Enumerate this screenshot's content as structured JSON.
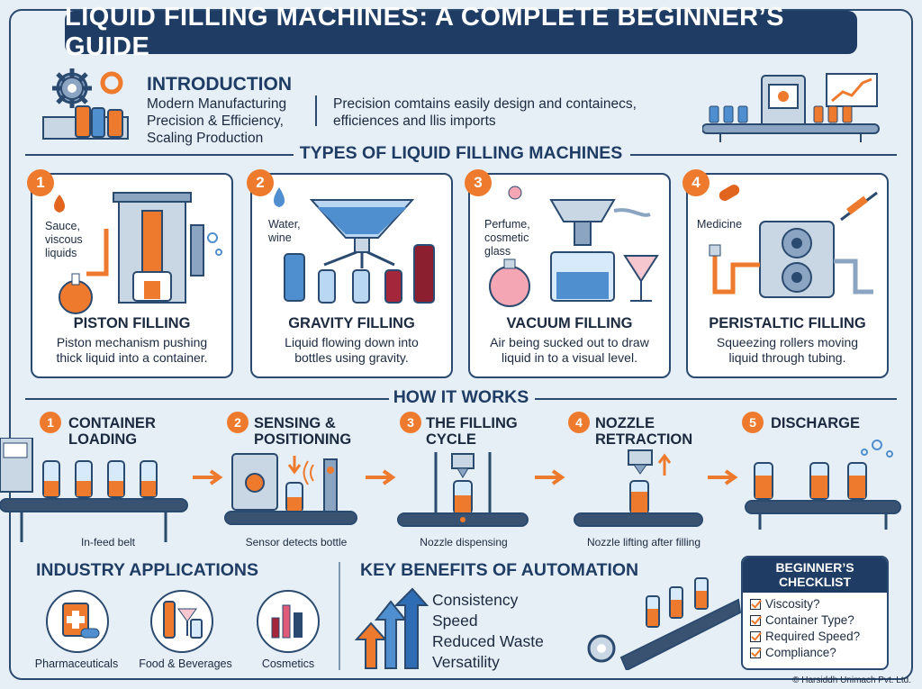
{
  "title": "LIQUID FILLING MACHINES: A COMPLETE BEGINNER’S GUIDE",
  "intro": {
    "heading": "INTRODUCTION",
    "left_lines": [
      "Modern Manufacturing",
      "Precision & Efficiency,",
      "Scaling Production"
    ],
    "right_lines": [
      "Precision comtains easily design and containecs,",
      "efficiences and llis imports"
    ]
  },
  "types": {
    "heading": "TYPES OF LIQUID FILLING MACHINES",
    "cards": [
      {
        "num": "1",
        "tag": [
          "Sauce,",
          "viscous",
          "liquids"
        ],
        "title": "PISTON FILLING",
        "desc": [
          "Piston mechanism pushing",
          "thick liquid into a container."
        ]
      },
      {
        "num": "2",
        "tag": [
          "Water,",
          "wine"
        ],
        "title": "GRAVITY FILLING",
        "desc": [
          "Liquid flowing down into",
          "bottles using gravity."
        ]
      },
      {
        "num": "3",
        "tag": [
          "Perfume,",
          "cosmetic",
          "glass"
        ],
        "title": "VACUUM FILLING",
        "desc": [
          "Air being sucked out to draw",
          "liquid in to a visual level."
        ]
      },
      {
        "num": "4",
        "tag": [
          "Medicine"
        ],
        "title": "PERISTALTIC FILLING",
        "desc": [
          "Squeezing rollers moving",
          "liquid through tubing."
        ]
      }
    ]
  },
  "how": {
    "heading": "HOW IT WORKS",
    "steps": [
      {
        "num": "1",
        "title": [
          "CONTAINER",
          "LOADING"
        ],
        "caption": "In-feed belt"
      },
      {
        "num": "2",
        "title": [
          "SENSING &",
          "POSITIONING"
        ],
        "caption": "Sensor detects bottle"
      },
      {
        "num": "3",
        "title": [
          "THE FILLING",
          "CYCLE"
        ],
        "caption": "Nozzle dispensing"
      },
      {
        "num": "4",
        "title": [
          "NOZZLE",
          "RETRACTION"
        ],
        "caption": "Nozzle lifting after filling"
      },
      {
        "num": "5",
        "title": [
          "DISCHARGE"
        ],
        "caption": ""
      }
    ]
  },
  "applications": {
    "heading": "INDUSTRY APPLICATIONS",
    "items": [
      "Pharmaceuticals",
      "Food & Beverages",
      "Cosmetics"
    ]
  },
  "benefits": {
    "heading": "KEY BENEFITS OF AUTOMATION",
    "items": [
      "Consistency",
      "Speed",
      "Reduced Waste",
      "Versatility"
    ]
  },
  "checklist": {
    "heading": [
      "BEGINNER’S",
      "CHECKLIST"
    ],
    "items": [
      "Viscosity?",
      "Container Type?",
      "Required Speed?",
      "Compliance?"
    ]
  },
  "copyright": "© Harsiddh Unimach Pvt. Ltd.",
  "colors": {
    "navy": "#1f3d64",
    "orange": "#ee7a2e",
    "blue": "#4f8fd0",
    "background": "#e6eef6"
  }
}
